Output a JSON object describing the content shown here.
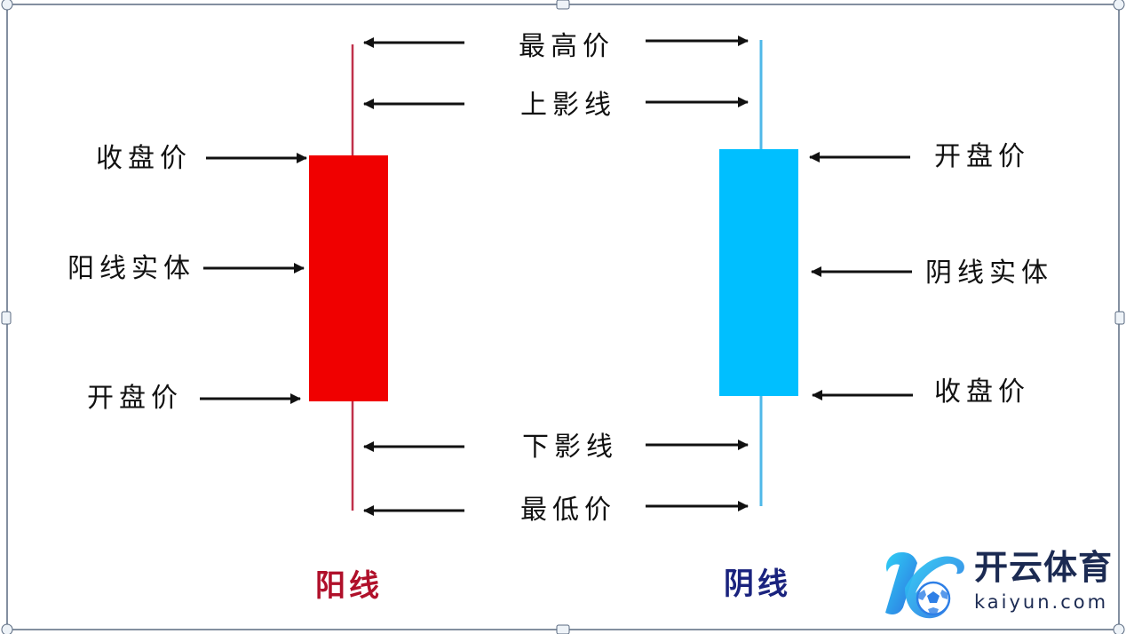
{
  "diagram": {
    "title": "K线图 (Candlestick) 结构示意",
    "colors": {
      "bullish_body": "#f00000",
      "bullish_wick": "#c0304a",
      "bearish_body": "#00bfff",
      "bearish_wick": "#4fb8e8",
      "arrow": "#111111",
      "frame": "#5a6a80",
      "bullish_title": "#b0102a",
      "bearish_title": "#1a237e"
    },
    "center_labels": {
      "high": "最高价",
      "upper_shadow": "上影线",
      "lower_shadow": "下影线",
      "low": "最低价"
    },
    "bullish": {
      "name": "阳线",
      "close_label": "收盘价",
      "body_label": "阳线实体",
      "open_label": "开盘价"
    },
    "bearish": {
      "name": "阴线",
      "open_label": "开盘价",
      "body_label": "阴线实体",
      "close_label": "收盘价"
    }
  },
  "watermark": {
    "brand_cn": "开云体育",
    "brand_en": "kaiyun.com"
  }
}
